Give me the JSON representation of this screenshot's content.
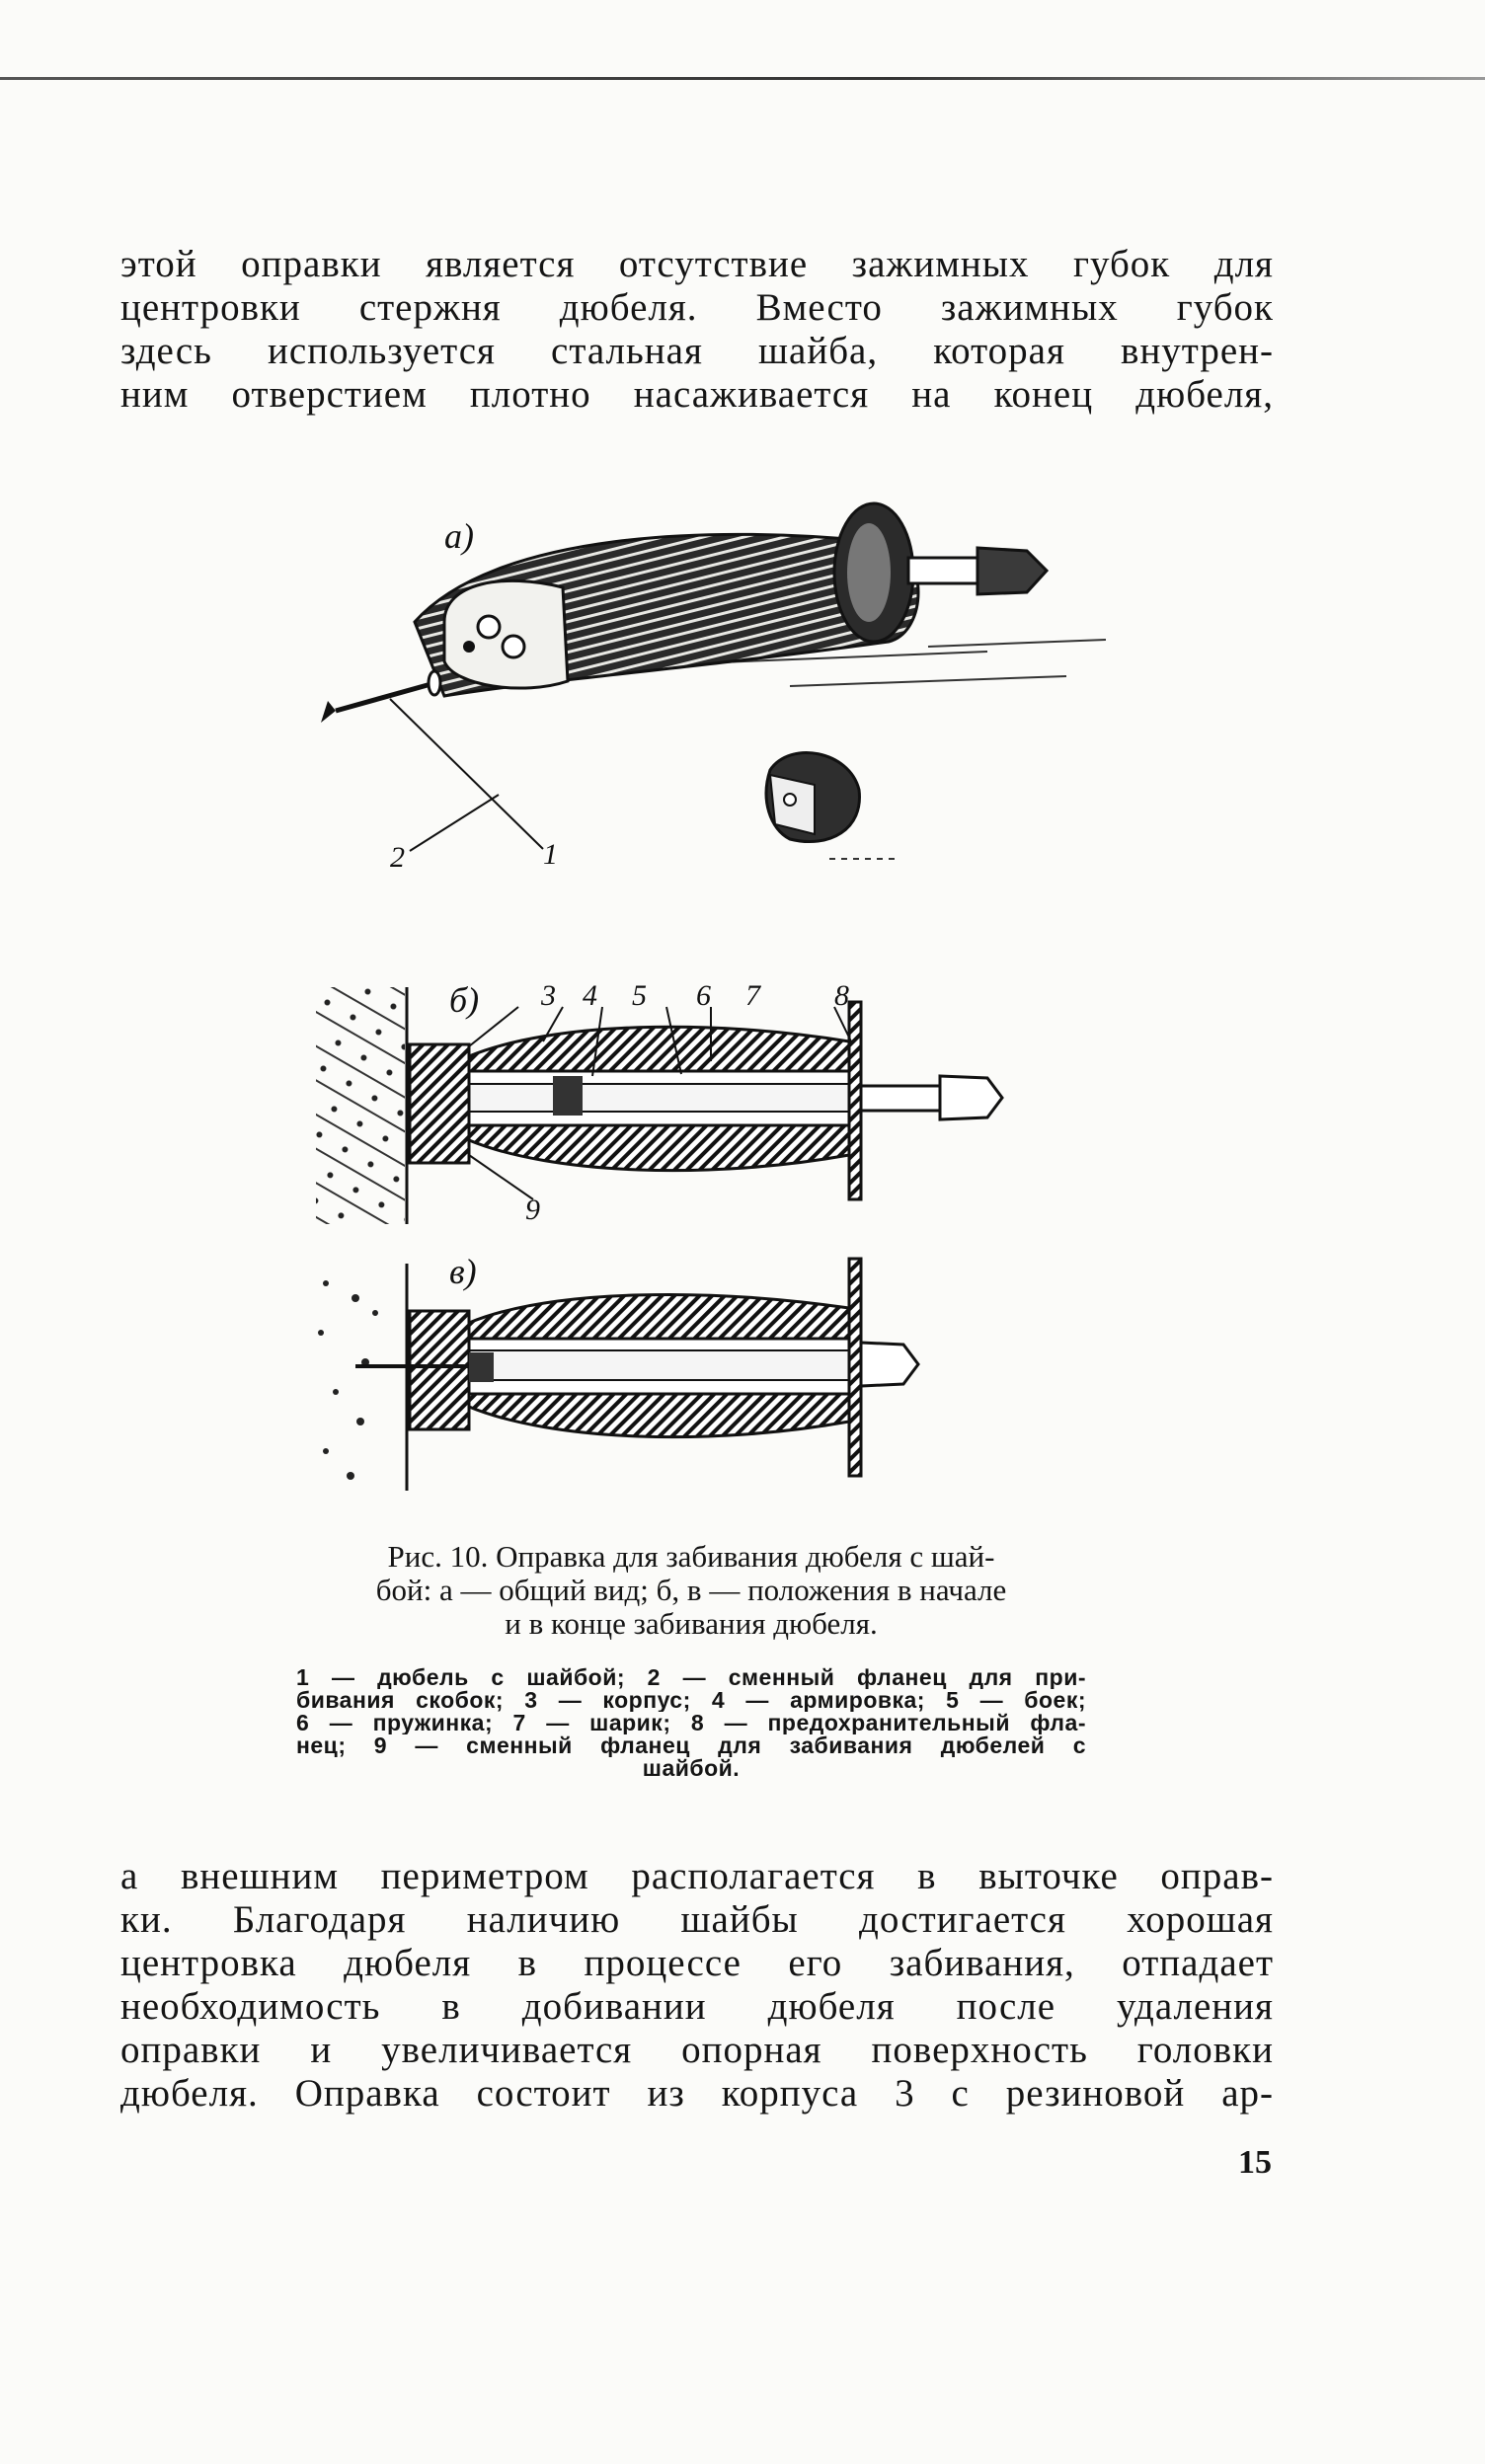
{
  "paragraph_top": [
    "этой оправки является отсутствие зажимных губок для",
    "центровки стержня дюбеля. Вместо зажимных губок",
    "здесь используется стальная шайба, которая внутрен-",
    "ним отверстием плотно насаживается на конец дюбеля,"
  ],
  "figure": {
    "panel_a_label": "а)",
    "panel_b_label": "б)",
    "panel_c_label": "в)",
    "callouts_a": [
      "1",
      "2"
    ],
    "callouts_b_top": [
      "3",
      "4",
      "5",
      "6",
      "7",
      "8"
    ],
    "callout_b_bottom": "9"
  },
  "caption": {
    "main_lines": [
      "Рис. 10. Оправка для забивания дюбеля с шай-",
      "бой: а — общий вид; б, в — положения в начале",
      "и в конце забивания дюбеля."
    ],
    "legend_lines": [
      "1 — дюбель с шайбой; 2 — сменный фланец для при-",
      "бивания скобок; 3 — корпус; 4 — армировка; 5 — боек;",
      "6 — пружинка; 7 — шарик; 8 — предохранительный фла-",
      "нец; 9 — сменный фланец для забивания дюбелей с",
      "шайбой."
    ]
  },
  "paragraph_bottom": [
    "а внешним периметром располагается в выточке оправ-",
    "ки. Благодаря наличию шайбы достигается хорошая",
    "центровка дюбеля в процессе его забивания, отпадает",
    "необходимость в добивании дюбеля после удаления",
    "оправки и увеличивается опорная поверхность головки",
    "дюбеля. Оправка состоит из корпуса 3 с резиновой ар-"
  ],
  "page_number": "15"
}
